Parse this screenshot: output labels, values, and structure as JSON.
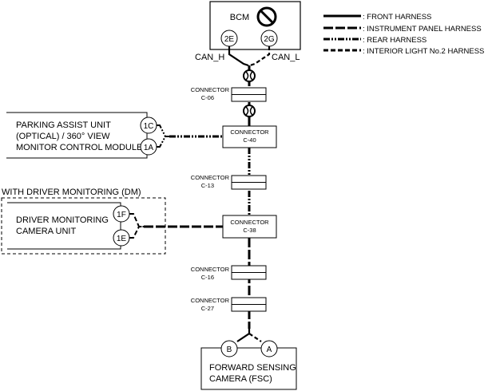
{
  "legend": {
    "front": ": FRONT HARNESS",
    "instrument": ": INSTRUMENT PANEL HARNESS",
    "rear": ": REAR HARNESS",
    "interior": ": INTERIOR LIGHT No.2 HARNESS"
  },
  "bcm": {
    "title": "BCM",
    "pin_left": "2E",
    "pin_right": "2G",
    "can_h": "CAN_H",
    "can_l": "CAN_L"
  },
  "connectors": {
    "c06": {
      "line1": "CONNECTOR",
      "line2": "C-06"
    },
    "c40": {
      "line1": "CONNECTOR",
      "line2": "C-40"
    },
    "c13": {
      "line1": "CONNECTOR",
      "line2": "C-13"
    },
    "c38": {
      "line1": "CONNECTOR",
      "line2": "C-38"
    },
    "c16": {
      "line1": "CONNECTOR",
      "line2": "C-16"
    },
    "c27": {
      "line1": "CONNECTOR",
      "line2": "C-27"
    }
  },
  "parking": {
    "line1": "PARKING ASSIST UNIT",
    "line2": "(OPTICAL) / 360° VIEW",
    "line3": "MONITOR CONTROL MODULE",
    "pin_top": "1C",
    "pin_bottom": "1A"
  },
  "dm": {
    "group": "WITH DRIVER MONITORING (DM)",
    "line1": "DRIVER MONITORING",
    "line2": "CAMERA UNIT",
    "pin_top": "1F",
    "pin_bottom": "1E"
  },
  "fsc": {
    "line1": "FORWARD SENSING",
    "line2": "CAMERA (FSC)",
    "pin_left": "B",
    "pin_right": "A"
  }
}
